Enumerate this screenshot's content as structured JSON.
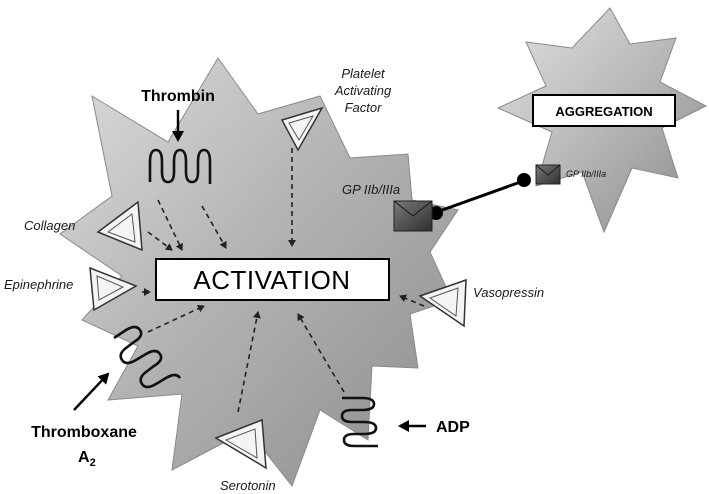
{
  "center_label": "ACTIVATION",
  "aggregation_label": "AGGREGATION",
  "agonists": {
    "thrombin": "Thrombin",
    "paf_line1": "Platelet",
    "paf_line2": "Activating",
    "paf_line3": "Factor",
    "collagen": "Collagen",
    "epinephrine": "Epinephrine",
    "vasopressin": "Vasopressin",
    "thromboxane": "Thromboxane",
    "thromboxane_sub": "A",
    "thromboxane_subscript": "2",
    "serotonin": "Serotonin",
    "adp": "ADP"
  },
  "receptors": {
    "gp_large": "GP IIb/IIIa",
    "gp_small": "GP IIb/IIIa"
  }
}
